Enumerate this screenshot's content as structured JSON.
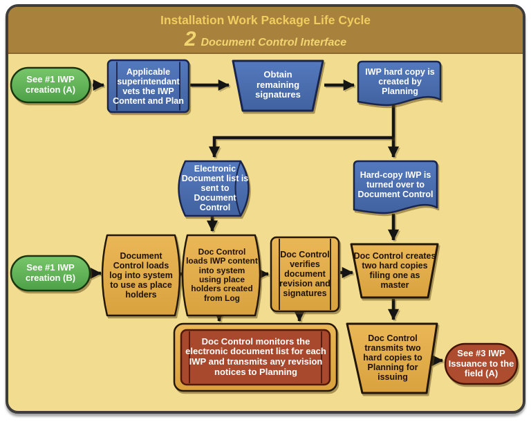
{
  "header": {
    "title": "Installation Work Package Life Cycle",
    "step_number": "2",
    "step_name": "Document Control Interface"
  },
  "nodes": {
    "start_a": {
      "label": "See #1 IWP\ncreation (A)",
      "shape": "stadium",
      "fill": "green"
    },
    "vets": {
      "label": "Applicable\nsuperintendant\nvets the IWP\nContent and Plan",
      "shape": "predefined-process",
      "fill": "blue"
    },
    "obtain": {
      "label": "Obtain\nremaining\nsignatures",
      "shape": "manual-operation",
      "fill": "blue"
    },
    "hardcopy_created": {
      "label": "IWP hard copy is\ncreated by\nPlanning",
      "shape": "document",
      "fill": "blue"
    },
    "edoc_list": {
      "label": "Electronic\nDocument list is\nsent to Document\nControl",
      "shape": "stored-data-cylinder",
      "fill": "blue"
    },
    "hardcopy_turned": {
      "label": "Hard-copy IWP is\nturned over to\nDocument Control",
      "shape": "document",
      "fill": "blue"
    },
    "start_b": {
      "label": "See #1 IWP\ncreation (B)",
      "shape": "stadium",
      "fill": "green"
    },
    "loads_log": {
      "label": "Document\nControl loads\nlog into system\nto use as place\nholders",
      "shape": "wave",
      "fill": "tan"
    },
    "loads_content": {
      "label": "Doc Control\nloads IWP content\ninto system\nusing place\nholders created\nfrom Log",
      "shape": "wave",
      "fill": "tan"
    },
    "verifies": {
      "label": "Doc Control\nverifies\ndocument\nrevision and\nsignatures",
      "shape": "predefined-process",
      "fill": "tan"
    },
    "creates_copies": {
      "label": "Doc Control creates\ntwo hard copies\nfiling one as\nmaster",
      "shape": "manual-operation",
      "fill": "tan"
    },
    "monitors": {
      "label": "Doc Control monitors the\nelectronic document list for each\nIWP and transmits any revision\nnotices to Planning",
      "shape": "bordered-predefined-process",
      "fill": "red"
    },
    "transmits": {
      "label": "Doc Control\ntransmits two\nhard copies to\nPlanning for\nissuing",
      "shape": "manual-operation",
      "fill": "tan"
    },
    "end_issue": {
      "label": "See #3 IWP\nIssuance to the\nfield (A)",
      "shape": "stadium",
      "fill": "red"
    }
  },
  "colors": {
    "canvas_bg": "#f2dc90",
    "panel_border": "#3e3d3b",
    "header_bg": "#a8813c",
    "header_text": "#f1cd5f",
    "blue_fill": "#4a70b6",
    "blue_border": "#19254d",
    "green_fill": "#5eb457",
    "tan_fill": "#e3ab49",
    "red_fill": "#a8482c",
    "red_stadium_fill": "#ae4c30",
    "arrow": "#151515",
    "dark_text": "#1d1205",
    "light_text": "#ffffff"
  }
}
